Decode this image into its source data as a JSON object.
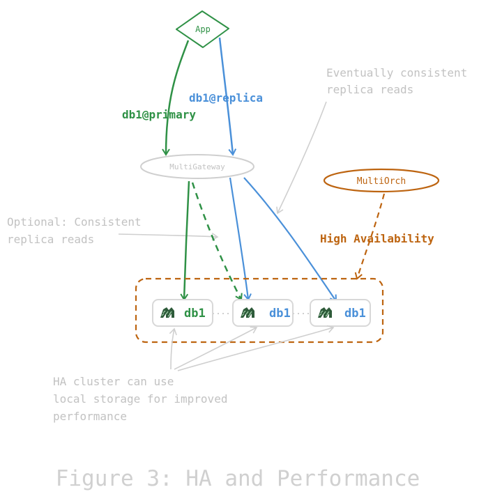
{
  "diagram": {
    "app_label": "App",
    "gateway_label": "MultiGateway",
    "orch_label": "MultiOrch",
    "primary_edge_label": "db1@primary",
    "replica_edge_label": "db1@replica",
    "ha_label": "High Availability",
    "db_nodes": [
      {
        "label": "db1"
      },
      {
        "label": "db1"
      },
      {
        "label": "db1"
      }
    ],
    "note_eventual": [
      "Eventually consistent",
      "replica reads"
    ],
    "note_optional": [
      "Optional: Consistent",
      "replica reads"
    ],
    "note_storage": [
      "HA cluster can use",
      "local storage for improved",
      "performance"
    ],
    "figure_caption": "Figure 3: HA and Performance"
  },
  "colors": {
    "green": "#2f9146",
    "blue": "#4a90d9",
    "orange": "#bd6410",
    "gray": "#cfcfcf",
    "gray_text": "#c2c2c2",
    "caption": "#d0d0d0"
  }
}
